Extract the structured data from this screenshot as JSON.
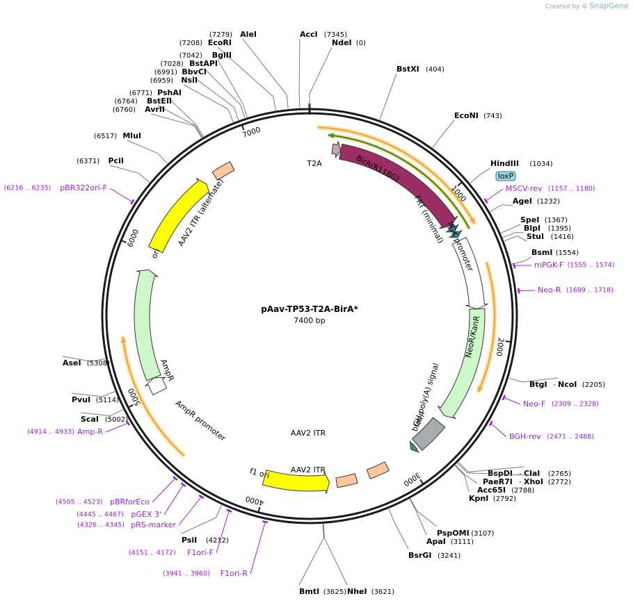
{
  "credit": {
    "prefix": "Created by",
    "brand": "SnapGene"
  },
  "plasmid": {
    "name": "pAav-TP53-T2A-BirA*",
    "length_label": "7400 bp",
    "length": 7400
  },
  "colors": {
    "backbone": "#1a1a1a",
    "birA": "#9b2e62",
    "t2a": "#c8a0b8",
    "frt": "#3a8a9a",
    "pgk": "#ffffff",
    "neo": "#cdf7c8",
    "bgh": "#a8acb0",
    "itr": "#fcc79a",
    "ori": "#ffff00",
    "ampr": "#cdf7c8",
    "orf": "#f2a93a",
    "orf_glow": "#fde4b8",
    "orf_green": "#4a8c1c",
    "primer": "#9a1fd0",
    "loxp_bg": "#9fd7e3",
    "loxp_border": "#307a90"
  },
  "ticks": [
    {
      "label": "1000",
      "pos": 1000
    },
    {
      "label": "2000",
      "pos": 2000
    },
    {
      "label": "3000",
      "pos": 3000
    },
    {
      "label": "4000",
      "pos": 4000
    },
    {
      "label": "5000",
      "pos": 5000
    },
    {
      "label": "6000",
      "pos": 6000
    },
    {
      "label": "7000",
      "pos": 7000
    }
  ],
  "sites": [
    {
      "name": "AleI",
      "pos": "(7279)",
      "bp": 7279
    },
    {
      "name": "AccI",
      "pos": "(7345)",
      "bp": 7345
    },
    {
      "name": "NdeI",
      "pos": "(0)",
      "bp": 0
    },
    {
      "name": "EcoRI",
      "pos": "(7208)",
      "bp": 7208
    },
    {
      "name": "BglII",
      "pos": "(7042)",
      "bp": 7042
    },
    {
      "name": "BstAPI",
      "pos": "(7028)",
      "bp": 7028
    },
    {
      "name": "BbvCI",
      "pos": "(6991)",
      "bp": 6991
    },
    {
      "name": "NsiI",
      "pos": "(6959)",
      "bp": 6959
    },
    {
      "name": "PshAI",
      "pos": "(6771)",
      "bp": 6771
    },
    {
      "name": "BstEII",
      "pos": "(6764)",
      "bp": 6764
    },
    {
      "name": "AvrII",
      "pos": "(6760)",
      "bp": 6760
    },
    {
      "name": "MluI",
      "pos": "(6517)",
      "bp": 6517
    },
    {
      "name": "PciI",
      "pos": "(6371)",
      "bp": 6371
    },
    {
      "name": "BstXI",
      "pos": "(404)",
      "bp": 404
    },
    {
      "name": "EcoNI",
      "pos": "(743)",
      "bp": 743
    },
    {
      "name": "HindIII",
      "pos": "(1034)",
      "bp": 1034
    },
    {
      "name": "AgeI",
      "pos": "(1232)",
      "bp": 1232
    },
    {
      "name": "SpeI",
      "pos": "(1367)",
      "bp": 1367
    },
    {
      "name": "BlpI",
      "pos": "(1395)",
      "bp": 1395
    },
    {
      "name": "StuI",
      "pos": "(1416)",
      "bp": 1416
    },
    {
      "name": "BsmI",
      "pos": "(1554)",
      "bp": 1554
    },
    {
      "name": "BtgI",
      "pos": "",
      "bp": 2205
    },
    {
      "name": "NcoI",
      "pos": "(2205)",
      "bp": 2205
    },
    {
      "name": "BspDI",
      "pos": "",
      "bp": 2765
    },
    {
      "name": "ClaI",
      "pos": "(2765)",
      "bp": 2765
    },
    {
      "name": "PaeR7I",
      "pos": "",
      "bp": 2772
    },
    {
      "name": "XhoI",
      "pos": "(2772)",
      "bp": 2772
    },
    {
      "name": "Acc65I",
      "pos": "(2788)",
      "bp": 2788
    },
    {
      "name": "KpnI",
      "pos": "(2792)",
      "bp": 2792
    },
    {
      "name": "PspOMI",
      "pos": "(3107)",
      "bp": 3107
    },
    {
      "name": "ApaI",
      "pos": "(3111)",
      "bp": 3111
    },
    {
      "name": "BsrGI",
      "pos": "(3241)",
      "bp": 3241
    },
    {
      "name": "NheI",
      "pos": "(3621)",
      "bp": 3621
    },
    {
      "name": "BmtI",
      "pos": "(3625)",
      "bp": 3625
    },
    {
      "name": "PsiI",
      "pos": "(4212)",
      "bp": 4212
    },
    {
      "name": "ScaI",
      "pos": "(5002)",
      "bp": 5002
    },
    {
      "name": "PvuI",
      "pos": "(5114)",
      "bp": 5114
    },
    {
      "name": "AseI",
      "pos": "(5308)",
      "bp": 5308
    }
  ],
  "primers": [
    {
      "name": "MSCV-rev",
      "range": "(1157 .. 1180)",
      "bp": 1168
    },
    {
      "name": "mPGK-F",
      "range": "(1555 .. 1574)",
      "bp": 1565
    },
    {
      "name": "Neo-R",
      "range": "(1699 .. 1718)",
      "bp": 1708
    },
    {
      "name": "Neo-F",
      "range": "(2309 .. 2328)",
      "bp": 2318
    },
    {
      "name": "BGH-rev",
      "range": "(2471 .. 2488)",
      "bp": 2480
    },
    {
      "name": "pBRforEco",
      "range": "(4505 .. 4523)",
      "bp": 4514
    },
    {
      "name": "pGEX 3'",
      "range": "(4445 .. 4467)",
      "bp": 4456
    },
    {
      "name": "pRS-marker",
      "range": "(4326 .. 4345)",
      "bp": 4335
    },
    {
      "name": "F1ori-F",
      "range": "(4151 .. 4172)",
      "bp": 4161
    },
    {
      "name": "F1ori-R",
      "range": "(3941 .. 3960)",
      "bp": 3950
    },
    {
      "name": "Amp-R",
      "range": "(4914 .. 4933)",
      "bp": 4923
    },
    {
      "name": "pBR322ori-F",
      "range": "(6216 .. 6235)",
      "bp": 6225
    }
  ],
  "features": [
    {
      "name": "T2A",
      "start": 160,
      "end": 220,
      "dir": 1
    },
    {
      "name": "BirA(R118G)",
      "start": 220,
      "end": 1180,
      "dir": 1
    },
    {
      "name": "FRT (minimal)",
      "start": 1185,
      "end": 1230,
      "dir": 1
    },
    {
      "name": "loxP",
      "start": 1240,
      "end": 1275,
      "dir": 1
    },
    {
      "name": "PGK promoter",
      "start": 1300,
      "end": 1800,
      "dir": 1
    },
    {
      "name": "NeoR/KanR",
      "start": 1800,
      "end": 2600,
      "dir": 1
    },
    {
      "name": "bGH poly(A) signal",
      "start": 2660,
      "end": 2880,
      "dir": 0
    },
    {
      "name": "loxP",
      "start": 2900,
      "end": 2935,
      "dir": 1
    },
    {
      "name": "AAV2 ITR",
      "start": 3140,
      "end": 3280,
      "dir": 0
    },
    {
      "name": "AAV2 ITR",
      "start": 3370,
      "end": 3510,
      "dir": 0
    },
    {
      "name": "f1 ori",
      "start": 3560,
      "end": 4020,
      "dir": -1
    },
    {
      "name": "AmpR promoter",
      "start": 5000,
      "end": 5105,
      "dir": 1
    },
    {
      "name": "AmpR",
      "start": 5105,
      "end": 5880,
      "dir": 1
    },
    {
      "name": "ori",
      "start": 6030,
      "end": 6620,
      "dir": 1
    },
    {
      "name": "AAV2 ITR (alternate)",
      "start": 6700,
      "end": 6840,
      "dir": 0
    }
  ],
  "orfs": [
    {
      "start": 50,
      "end": 1250,
      "dir": 1
    },
    {
      "start": 120,
      "end": 1260,
      "dir": -1
    },
    {
      "start": 1500,
      "end": 2350,
      "dir": 1
    },
    {
      "start": 4560,
      "end": 5420,
      "dir": 1
    }
  ]
}
